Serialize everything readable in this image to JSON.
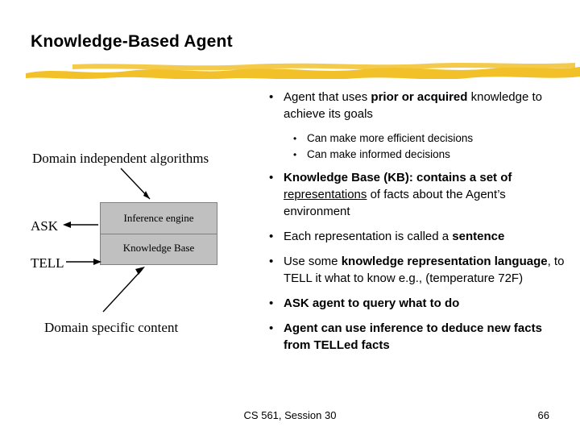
{
  "slide": {
    "title": "Knowledge-Based Agent",
    "footer_center": "CS 561, Session 30",
    "footer_page": "66"
  },
  "diagram": {
    "domain_independent": "Domain independent algorithms",
    "domain_specific": "Domain specific content",
    "inference_engine": "Inference engine",
    "knowledge_base": "Knowledge Base",
    "ask": "ASK",
    "tell": "TELL"
  },
  "bullets": [
    {
      "id": "agent-goals",
      "segments": [
        {
          "text": "Agent that uses ",
          "style": "normal"
        },
        {
          "text": "prior or acquired",
          "style": "bold"
        },
        {
          "text": " knowledge to achieve its goals",
          "style": "normal"
        }
      ],
      "subs": [
        "Can make more efficient decisions",
        "Can make informed decisions"
      ]
    },
    {
      "id": "knowledge-base",
      "segments": [
        {
          "text": "Knowledge Base (KB): contains a set of ",
          "style": "normal"
        },
        {
          "text": "representations",
          "style": "underline"
        },
        {
          "text": " of facts about the Agent’s environment",
          "style": "normal"
        }
      ],
      "subs": []
    },
    {
      "id": "sentence",
      "segments": [
        {
          "text": "Each representation is called a ",
          "style": "normal"
        },
        {
          "text": "sentence",
          "style": "bold"
        }
      ],
      "subs": []
    },
    {
      "id": "language",
      "segments": [
        {
          "text": "Use some ",
          "style": "normal"
        },
        {
          "text": "knowledge representation language",
          "style": "bold"
        },
        {
          "text": ", to TELL it what to know e.g., (temperature 72F)",
          "style": "normal"
        }
      ],
      "subs": []
    },
    {
      "id": "ask-query",
      "segments": [
        {
          "text": "ASK agent to query what to do",
          "style": "normal"
        }
      ],
      "subs": []
    },
    {
      "id": "inference",
      "segments": [
        {
          "text": "Agent can use inference to deduce new facts from TELLed facts",
          "style": "normal"
        }
      ],
      "subs": []
    }
  ],
  "icons": {
    "bullet_mark": "•",
    "sub_bullet_mark": "•"
  },
  "colors": {
    "brush_yellow": "#f2c12a",
    "box_gray": "#c0c0c0",
    "text": "#000000"
  }
}
